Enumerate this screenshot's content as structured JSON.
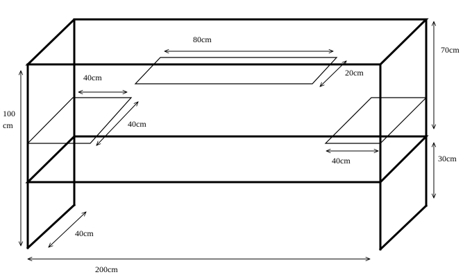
{
  "labels": {
    "top_length": "80cm",
    "top_width": "20cm",
    "shelf_left_length": "40cm",
    "shelf_left_depth": "40cm",
    "shelf_right_length": "40cm",
    "height_total_line1": "100",
    "height_total_line2": "cm",
    "height_upper": "70cm",
    "height_lower": "30cm",
    "depth_bottom": "40cm",
    "width_bottom": "200cm"
  }
}
